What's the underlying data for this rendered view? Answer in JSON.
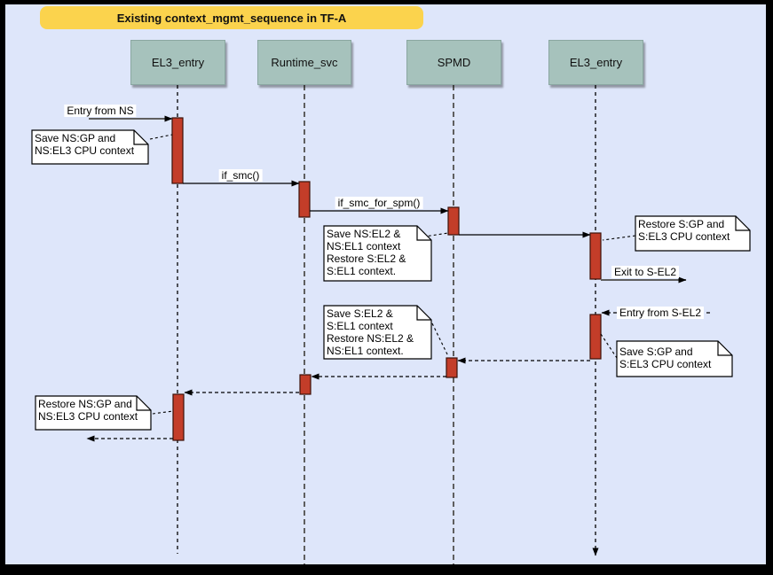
{
  "title": {
    "text": "Existing context_mgmt_sequence in TF-A"
  },
  "lifelines": [
    {
      "label": "EL3_entry"
    },
    {
      "label": "Runtime_svc"
    },
    {
      "label": "SPMD"
    },
    {
      "label": "EL3_entry"
    }
  ],
  "messages": [
    {
      "label": "Entry from NS"
    },
    {
      "label": "if_smc()"
    },
    {
      "label": "if_smc_for_spm()"
    },
    {
      "label": "Exit to S-EL2"
    },
    {
      "label": "Entry from S-EL2"
    }
  ],
  "notes": [
    {
      "text": "Save NS:GP and\nNS:EL3 CPU context"
    },
    {
      "text": "Save NS:EL2 &\nNS:EL1 context\nRestore S:EL2 &\nS:EL1 context."
    },
    {
      "text": "Restore S:GP and\nS:EL3 CPU context"
    },
    {
      "text": "Save S:EL2 &\nS:EL1 context\nRestore NS:EL2 &\nNS:EL1 context."
    },
    {
      "text": "Save S:GP and\nS:EL3 CPU context"
    },
    {
      "text": "Restore NS:GP and\nNS:EL3 CPU context"
    }
  ],
  "colors": {
    "background": "#dee6fa",
    "title-bg": "#fbd34d",
    "header-fill": "#a6c2bc",
    "activation": "#c33d29",
    "note-fill": "#ffffff"
  }
}
